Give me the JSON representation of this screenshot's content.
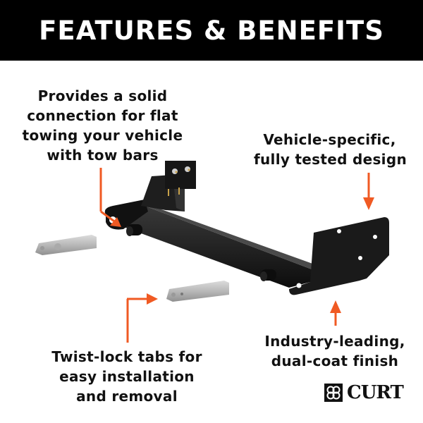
{
  "banner": {
    "title": "FEATURES & BENEFITS",
    "background": "#000000",
    "text_color": "#ffffff"
  },
  "accent_color": "#f05a23",
  "callouts": [
    {
      "id": "tow-bar-connection",
      "lines": [
        "Provides a solid",
        "connection for flat",
        "towing your vehicle",
        "with tow bars"
      ]
    },
    {
      "id": "vehicle-specific",
      "lines": [
        "Vehicle-specific,",
        "fully tested design"
      ]
    },
    {
      "id": "twist-lock-tabs",
      "lines": [
        "Twist-lock tabs for",
        "easy installation",
        "and removal"
      ]
    },
    {
      "id": "finish",
      "lines": [
        "Industry-leading,",
        "dual-coat finish"
      ]
    }
  ],
  "brand": {
    "logo_text": "CURT",
    "logo_icon": "curt-emblem-icon"
  }
}
